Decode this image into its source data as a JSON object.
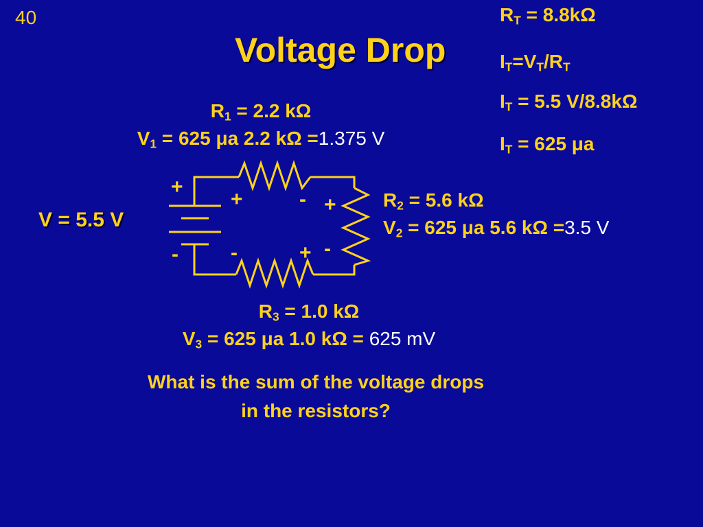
{
  "slide": {
    "number": "40",
    "title": "Voltage Drop"
  },
  "totals": {
    "rt_label": "R",
    "rt_sub": "T",
    "rt_value": " = 8.8kΩ",
    "formula_i": "I",
    "formula_i_sub": "T",
    "formula_eq_v": "=V",
    "formula_v_sub": "T",
    "formula_slash_r": "/R",
    "formula_r_sub": "T",
    "it2_label": "I",
    "it2_sub": "T",
    "it2_value": " = 5.5 V/8.8kΩ",
    "it3_label": "I",
    "it3_sub": "T",
    "it3_value": " = 625 μa"
  },
  "r1": {
    "label": "R",
    "sub": "1",
    "value": " = 2.2 kΩ",
    "v_label": "V",
    "v_sub": "1",
    "v_expr": " = 625 μa 2.2 kΩ =",
    "v_result": "1.375 V"
  },
  "r2": {
    "label": "R",
    "sub": "2",
    "value": " = 5.6 kΩ",
    "v_label": "V",
    "v_sub": "2",
    "v_expr": " = 625 μa 5.6 kΩ =",
    "v_result": "3.5 V"
  },
  "r3": {
    "label": "R",
    "sub": "3",
    "value": " = 1.0 kΩ",
    "v_label": "V",
    "v_sub": "3",
    "v_expr": " = 625 μa 1.0 kΩ = ",
    "v_result": "625 mV"
  },
  "source": {
    "label": "V = 5.5 V"
  },
  "polarity": {
    "battery_plus": "+",
    "battery_minus": "-",
    "r1_plus": "+",
    "r1_minus": "-",
    "r2_plus": "+",
    "r2_minus": "-",
    "r3_plus": "+",
    "r3_minus": "-"
  },
  "question": {
    "text": "What is the sum of the voltage drops in the resistors?"
  },
  "colors": {
    "background": "#0a0a99",
    "accent": "#ffd21a",
    "result": "#ffffff"
  }
}
